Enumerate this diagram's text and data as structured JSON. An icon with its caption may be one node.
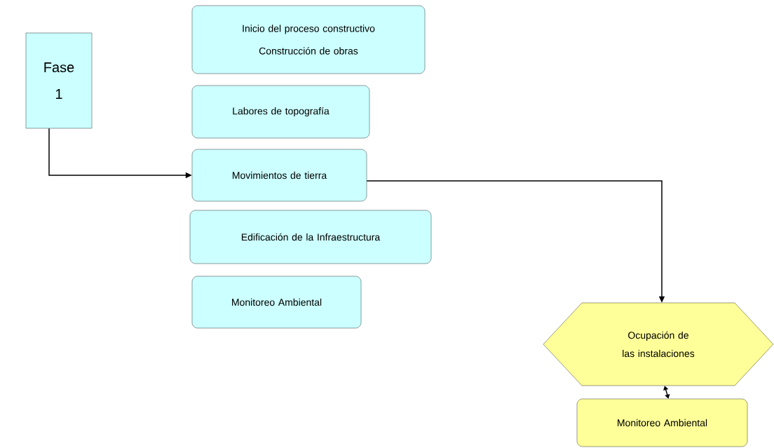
{
  "diagram": {
    "nodes": [
      {
        "text": [
          "Fase 1"
        ]
      },
      {
        "text": [
          "Inicio del proceso constructivo",
          "Construcción de obras"
        ]
      },
      {
        "text": [
          "Labores de topografía"
        ]
      },
      {
        "text": [
          "Movimientos de tierra"
        ]
      },
      {
        "text": [
          "Edificación de la Infraestructura"
        ]
      },
      {
        "text": [
          "Monitoreo Ambiental"
        ]
      },
      {
        "text": [
          "Ocupación de las instalaciones"
        ]
      },
      {
        "text": [
          "Monitoreo Ambiental"
        ]
      }
    ],
    "edges": [
      {
        "from": 0,
        "to": 3,
        "arrow": "to"
      },
      {
        "from": 3,
        "to": 6,
        "arrow": "to"
      },
      {
        "from": 6,
        "to": 7,
        "arrow": "both"
      }
    ]
  }
}
